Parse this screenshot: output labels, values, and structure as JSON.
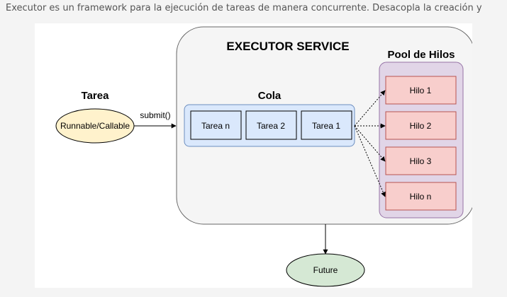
{
  "intro_text": "Executor es un framework para la ejecución de tareas de manera concurrente. Desacopla la creación y",
  "diagram": {
    "executor_title": "EXECUTOR SERVICE",
    "task_title": "Tarea",
    "task_node": "Runnable/Callable",
    "submit_label": "submit()",
    "queue_title": "Cola",
    "queue_items": [
      "Tarea n",
      "Tarea 2",
      "Tarea 1"
    ],
    "pool_title": "Pool de Hilos",
    "threads": [
      "Hilo 1",
      "Hilo 2",
      "Hilo 3",
      "Hilo n"
    ],
    "future_node": "Future"
  },
  "colors": {
    "executor_fill": "#f5f5f5",
    "task_fill": "#fff2cc",
    "queue_fill": "#dae8fc",
    "queue_stroke": "#6c8ebf",
    "pool_fill": "#e1d5e7",
    "pool_stroke": "#9673a6",
    "thread_fill": "#f8cecc",
    "thread_stroke": "#b85450",
    "future_fill": "#d5e8d4",
    "future_stroke": "#82b366"
  }
}
